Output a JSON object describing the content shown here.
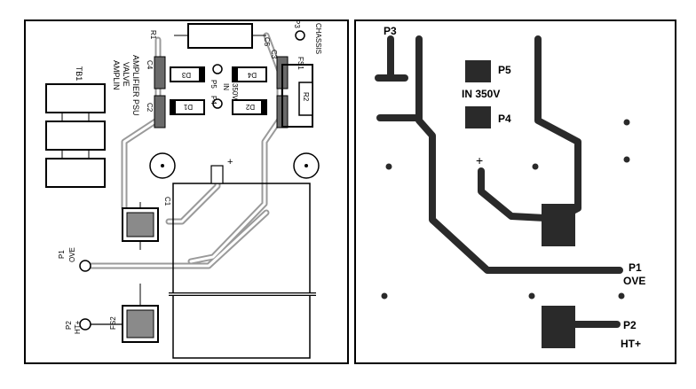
{
  "left_panel": {
    "labels": {
      "tb1": "TB1",
      "title_line1": "AMPLIN",
      "title_line2": "VALVE",
      "title_line3": "AMPLIFIER PSU",
      "r1": "R1",
      "c4": "C4",
      "c5": "C5",
      "c2": "C2",
      "c3": "C3",
      "p3": "P3",
      "chassis": "CHASSIS",
      "d3": "D3",
      "d4": "D4",
      "d1": "D1",
      "d2": "D2",
      "p5": "P5",
      "p4": "P4",
      "in": "IN",
      "v350": "350V",
      "fs1": "FS1",
      "r2": "R2",
      "c1": "C1",
      "plus": "+",
      "p1": "P1",
      "ove": "OVE",
      "p2": "P2",
      "ht": "HT+",
      "fs2": "FS2"
    }
  },
  "right_panel": {
    "labels": {
      "p3": "P3",
      "p5": "P5",
      "in350": "IN 350V",
      "p4": "P4",
      "plus": "+",
      "p1": "P1",
      "ove": "OVE",
      "p2": "P2",
      "ht": "HT+"
    }
  }
}
